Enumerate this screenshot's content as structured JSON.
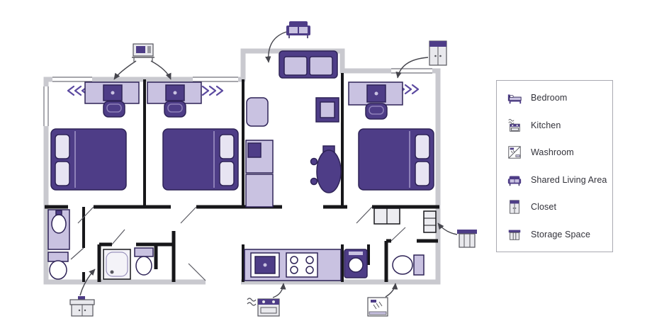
{
  "legend": {
    "items": [
      {
        "label": "Bedroom",
        "icon": "bed-icon"
      },
      {
        "label": "Kitchen",
        "icon": "kitchen-icon"
      },
      {
        "label": "Washroom",
        "icon": "washroom-icon"
      },
      {
        "label": "Shared Living Area",
        "icon": "sofa-icon"
      },
      {
        "label": "Closet",
        "icon": "closet-icon"
      },
      {
        "label": "Storage Space",
        "icon": "storage-icon"
      }
    ]
  },
  "rooms": [
    "bedroom-1",
    "bedroom-2",
    "bedroom-3",
    "shared-living-area",
    "kitchen",
    "washroom-1",
    "washroom-2",
    "washroom-3",
    "closet",
    "storage-space"
  ],
  "callouts": [
    {
      "icon": "desk-callout-icon"
    },
    {
      "icon": "sofa-callout-icon"
    },
    {
      "icon": "closet-callout-icon"
    },
    {
      "icon": "storage-callout-icon"
    },
    {
      "icon": "vanity-callout-icon"
    },
    {
      "icon": "kitchen-callout-icon"
    },
    {
      "icon": "washroom-callout-icon"
    }
  ],
  "colors": {
    "furniture_dark": "#4e3d87",
    "furniture_dark_outline": "#2e2357",
    "furniture_light": "#c9c2e1",
    "pillow": "#e7e4f2",
    "wall_gray": "#c9c9cf",
    "wall_black": "#17171a",
    "window_accent": "#5b49a0",
    "arrow": "#46464d",
    "icon_gray": "#55555c",
    "legend_border": "#a9a9b1",
    "text": "#32323a",
    "background": "#ffffff"
  }
}
